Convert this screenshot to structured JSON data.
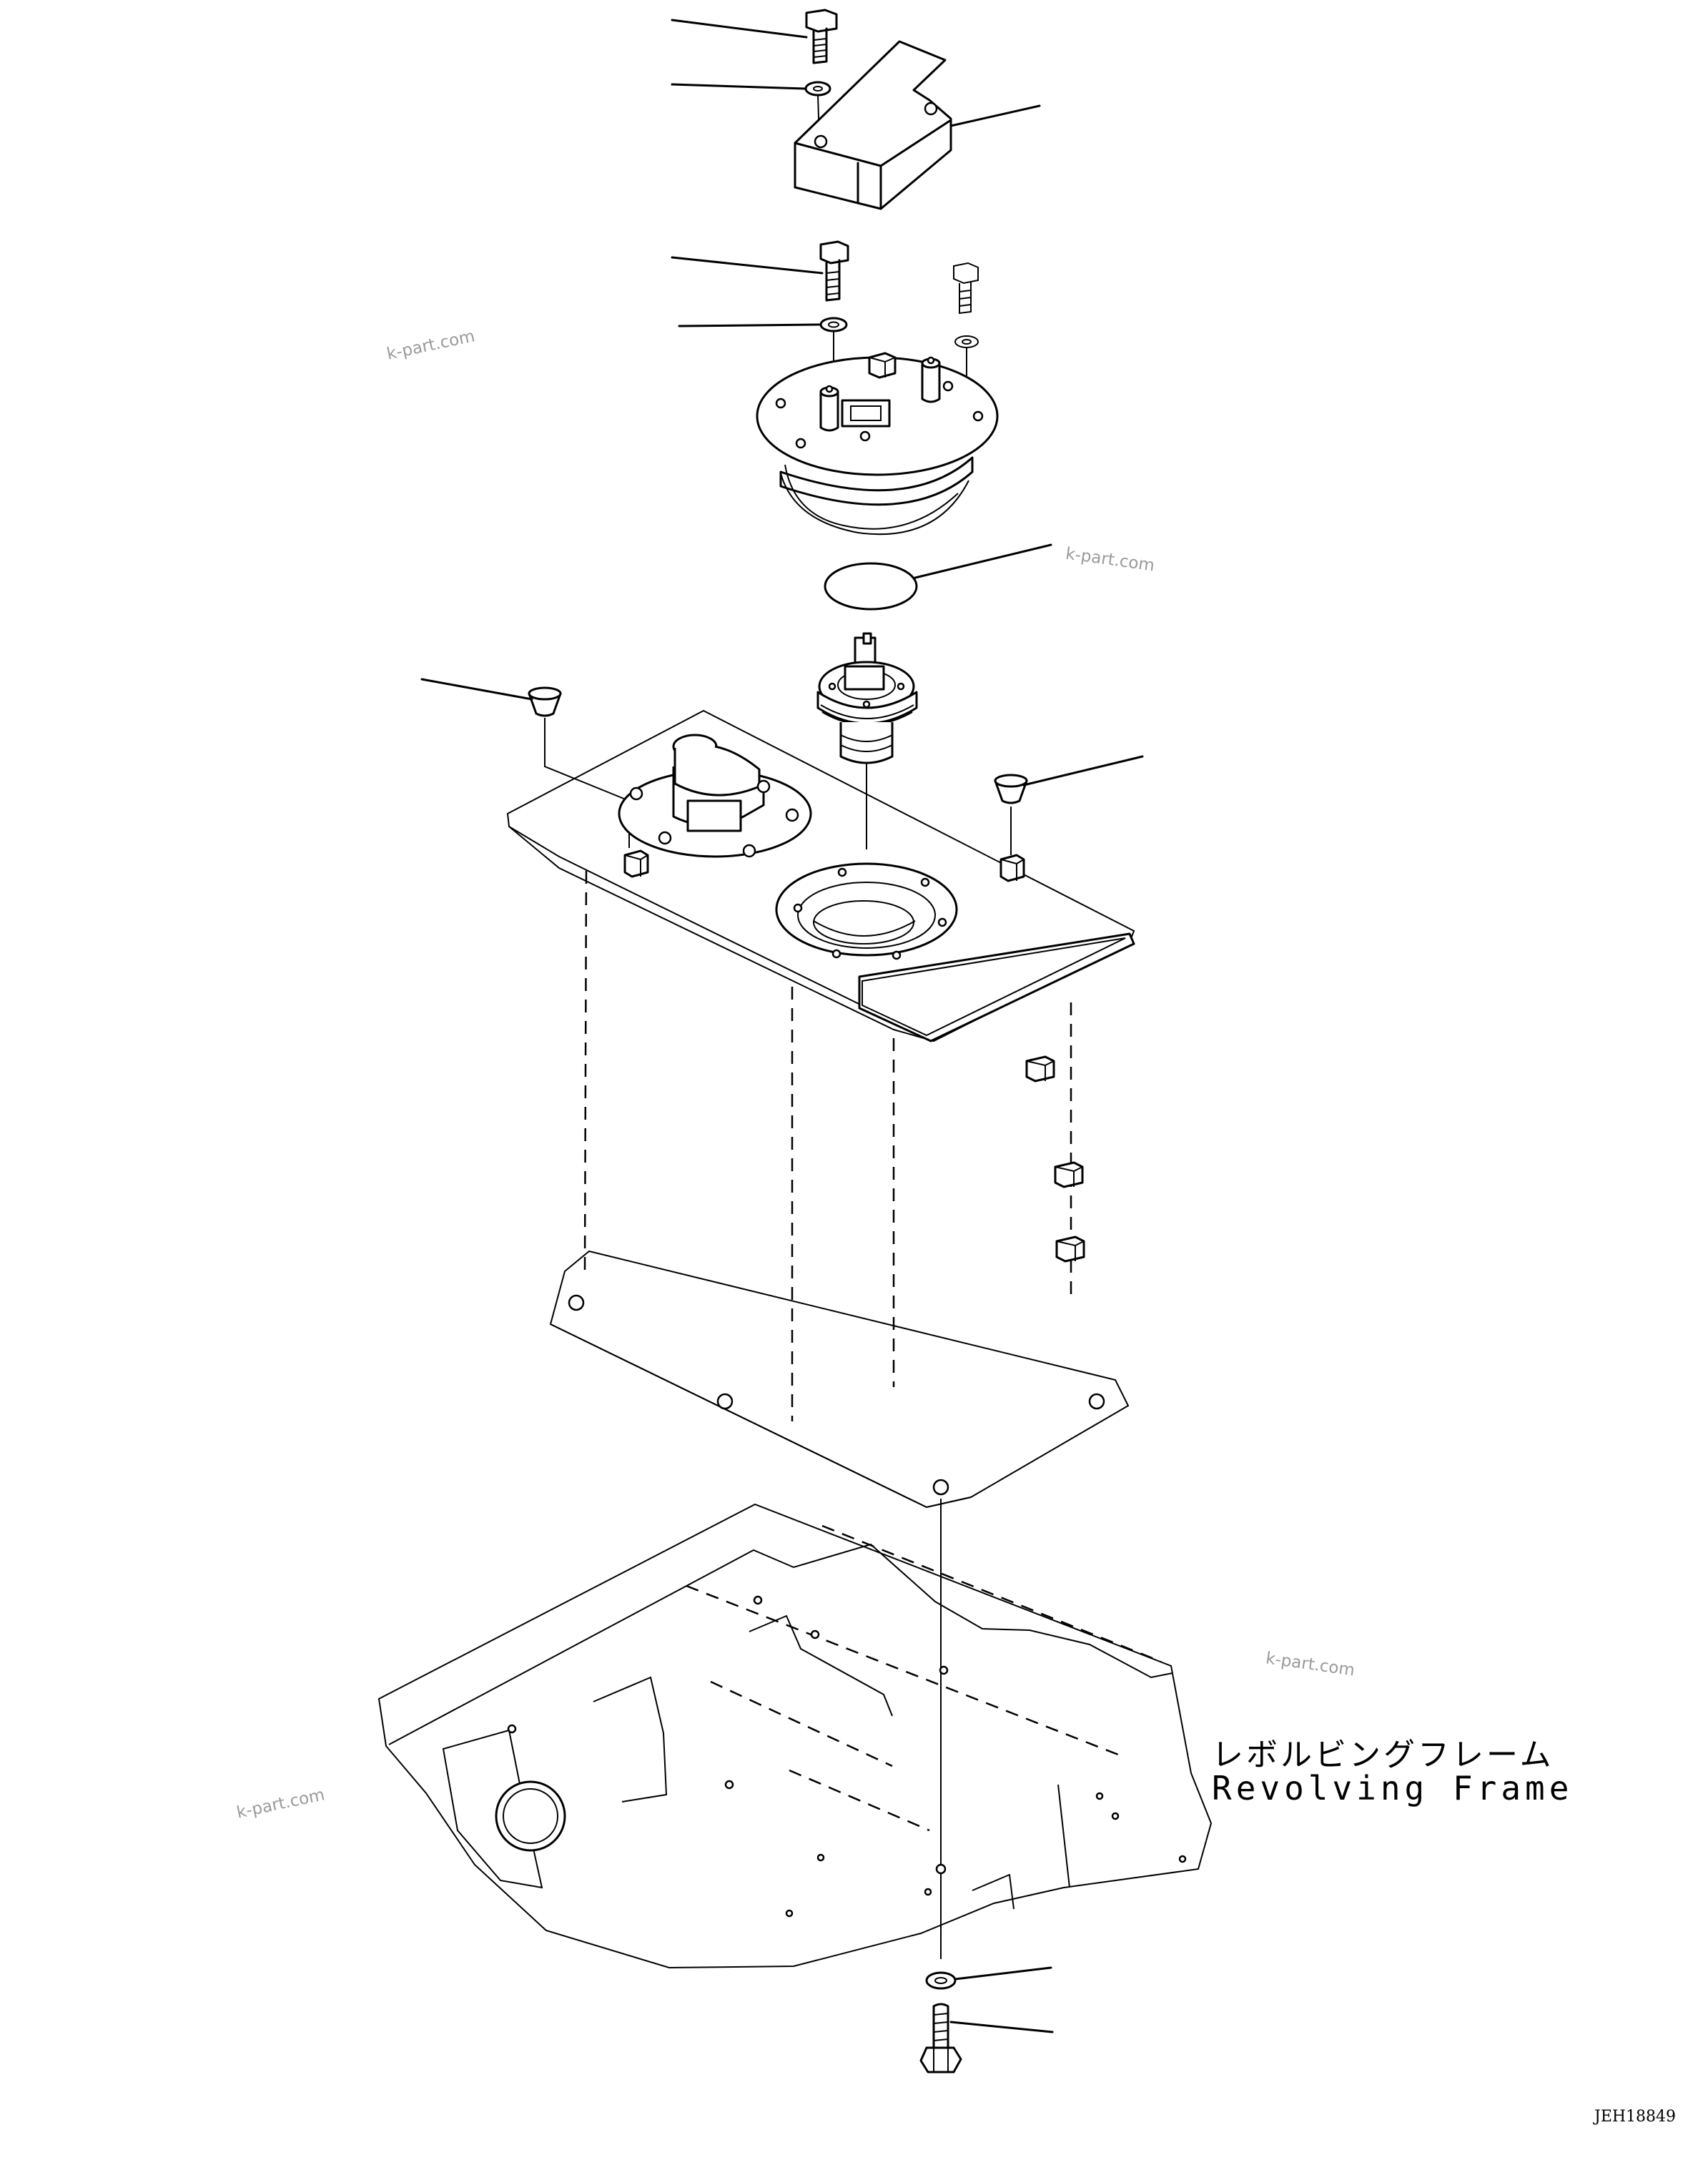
{
  "labels": {
    "part_name_jp": "レボルビングフレーム",
    "part_name_en": "Revolving Frame",
    "drawing_code": "JEH18849"
  },
  "watermarks": [
    "k-part.com",
    "k-part.com",
    "k-part.com",
    "k-part.com"
  ]
}
